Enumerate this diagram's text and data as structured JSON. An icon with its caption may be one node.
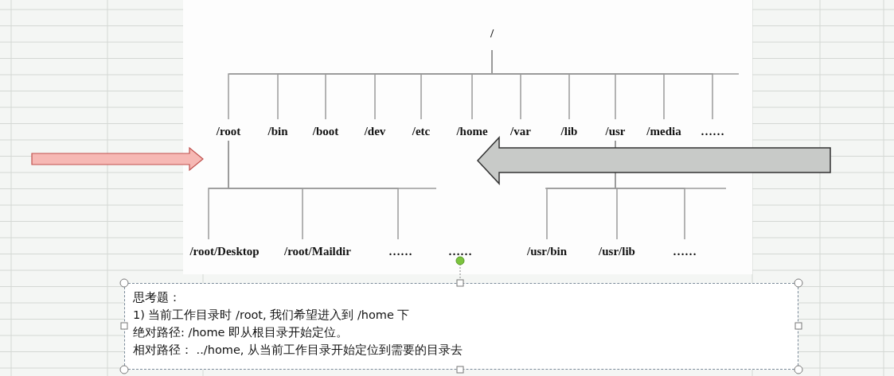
{
  "diagram": {
    "nodes": [
      {
        "text": [
          "/"
        ]
      },
      {
        "text": [
          "/root"
        ]
      },
      {
        "text": [
          "/bin"
        ]
      },
      {
        "text": [
          "/boot"
        ]
      },
      {
        "text": [
          "/dev"
        ]
      },
      {
        "text": [
          "/etc"
        ]
      },
      {
        "text": [
          "/home"
        ]
      },
      {
        "text": [
          "/var"
        ]
      },
      {
        "text": [
          "/lib"
        ]
      },
      {
        "text": [
          "/usr"
        ]
      },
      {
        "text": [
          "/media"
        ]
      },
      {
        "text": [
          "……"
        ]
      },
      {
        "text": [
          "/root/Desktop"
        ]
      },
      {
        "text": [
          "/root/Maildir"
        ]
      },
      {
        "text": [
          "……"
        ]
      },
      {
        "text": [
          "……"
        ]
      },
      {
        "text": [
          "/usr/bin"
        ]
      },
      {
        "text": [
          "/usr/lib"
        ]
      },
      {
        "text": [
          "……"
        ]
      },
      {
        "text": [
          "思考题：",
          "1) 当前工作目录时 /root, 我们希望进入到 /home 下",
          "绝对路径: /home 即从根目录开始定位。",
          "相对路径：  ../home, 从当前工作目录开始定位到需要的目录去"
        ]
      }
    ],
    "edges": [
      {
        "from": 0,
        "to": 1,
        "arrow": "none"
      },
      {
        "from": 0,
        "to": 2,
        "arrow": "none"
      },
      {
        "from": 0,
        "to": 3,
        "arrow": "none"
      },
      {
        "from": 0,
        "to": 4,
        "arrow": "none"
      },
      {
        "from": 0,
        "to": 5,
        "arrow": "none"
      },
      {
        "from": 0,
        "to": 6,
        "arrow": "none"
      },
      {
        "from": 0,
        "to": 7,
        "arrow": "none"
      },
      {
        "from": 0,
        "to": 8,
        "arrow": "none"
      },
      {
        "from": 0,
        "to": 9,
        "arrow": "none"
      },
      {
        "from": 0,
        "to": 10,
        "arrow": "none"
      },
      {
        "from": 0,
        "to": 11,
        "arrow": "none"
      },
      {
        "from": 1,
        "to": 12,
        "arrow": "none"
      },
      {
        "from": 1,
        "to": 13,
        "arrow": "none"
      },
      {
        "from": 1,
        "to": 14,
        "arrow": "none"
      },
      {
        "from": 9,
        "to": 16,
        "arrow": "none"
      },
      {
        "from": 9,
        "to": 17,
        "arrow": "none"
      },
      {
        "from": 9,
        "to": 18,
        "arrow": "none"
      }
    ]
  }
}
